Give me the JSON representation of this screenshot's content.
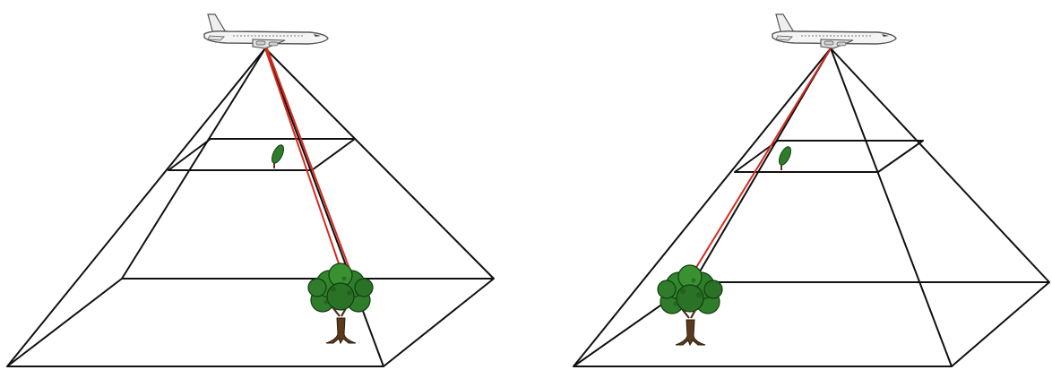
{
  "figure": {
    "panels": [
      {
        "id": "left",
        "aircraft_icon": "airplane-icon",
        "object_icon": "tree-icon",
        "ray_count": 2
      },
      {
        "id": "right",
        "aircraft_icon": "airplane-icon",
        "object_icon": "tree-icon",
        "ray_count": 1
      }
    ],
    "colors": {
      "background": "#ffffff",
      "frustum_lines": "#111111",
      "ray": "#d62b1f",
      "foliage": "#2f7d2a",
      "foliage_dark": "#1c5418",
      "trunk": "#5a3a1c",
      "aircraft_body": "#f2f2f2",
      "aircraft_outline": "#555555"
    }
  }
}
